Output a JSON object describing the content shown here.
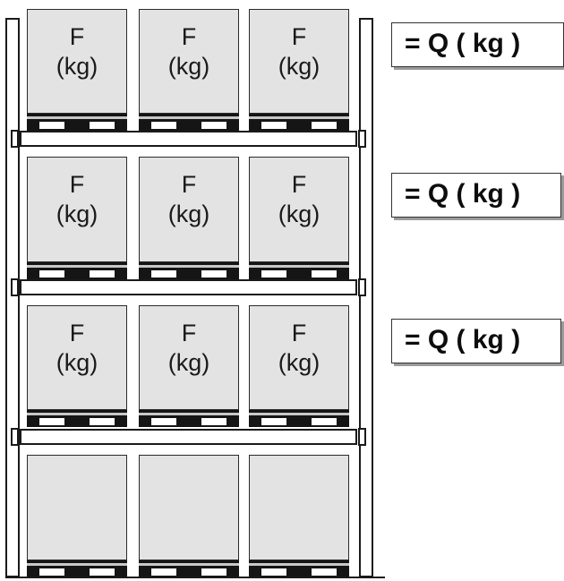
{
  "rack": {
    "levels": [
      {
        "row": "top",
        "loads": [
          {
            "f": "F",
            "unit": "(kg)"
          },
          {
            "f": "F",
            "unit": "(kg)"
          },
          {
            "f": "F",
            "unit": "(kg)"
          }
        ],
        "beam_label": "= Q ( kg )"
      },
      {
        "row": "upper-middle",
        "loads": [
          {
            "f": "F",
            "unit": "(kg)"
          },
          {
            "f": "F",
            "unit": "(kg)"
          },
          {
            "f": "F",
            "unit": "(kg)"
          }
        ],
        "beam_label": "= Q ( kg )"
      },
      {
        "row": "lower-middle",
        "loads": [
          {
            "f": "F",
            "unit": "(kg)"
          },
          {
            "f": "F",
            "unit": "(kg)"
          },
          {
            "f": "F",
            "unit": "(kg)"
          }
        ],
        "beam_label": "= Q ( kg )"
      },
      {
        "row": "floor",
        "loads": [
          {
            "f": "",
            "unit": ""
          },
          {
            "f": "",
            "unit": ""
          },
          {
            "f": "",
            "unit": ""
          }
        ],
        "beam_label": ""
      }
    ]
  },
  "colors": {
    "box_fill": "#e3e3e3",
    "outline": "#1a1a1a",
    "pallet": "#151515"
  }
}
